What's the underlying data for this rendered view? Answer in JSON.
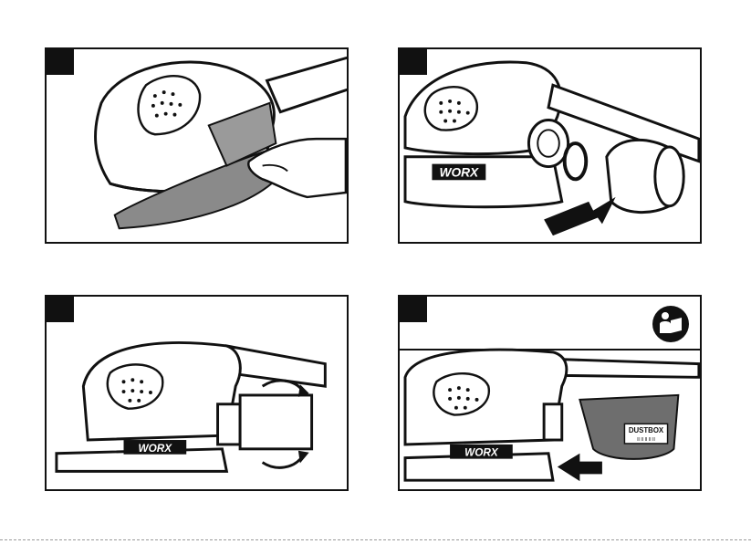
{
  "brand": {
    "logo_text": "WORX"
  },
  "accessory": {
    "dust_box_label_top": "DUSTBOX",
    "dust_box_label_bottom": "ll ll ll ll ll"
  },
  "colors": {
    "ink": "#111111",
    "paper": "#8a8a8a",
    "canister": "#6e6e6e",
    "background": "#ffffff"
  },
  "icons": {
    "manual": "read-manual-icon",
    "rotate": "rotate-arrows-icon",
    "direction": "direction-arrow-icon"
  }
}
